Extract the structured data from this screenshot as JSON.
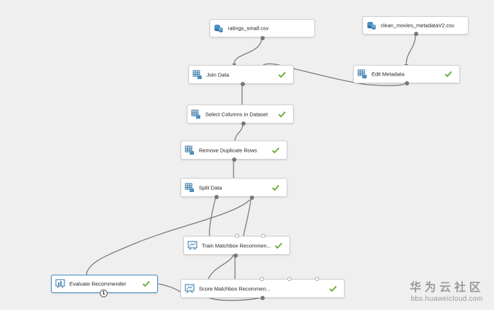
{
  "modules": {
    "ratings": {
      "label": "ratings_small.csv",
      "icon": "dataset-icon"
    },
    "metadata": {
      "label": "clean_movies_metadataV2.csv",
      "icon": "dataset-icon"
    },
    "join": {
      "label": "Join Data",
      "icon": "module-icon",
      "status": "completed"
    },
    "edit_metadata": {
      "label": "Edit Metadata",
      "icon": "module-icon",
      "status": "completed"
    },
    "select_columns": {
      "label": "Select Columns in Dataset",
      "icon": "module-icon",
      "status": "completed"
    },
    "remove_duplicates": {
      "label": "Remove Duplicate Rows",
      "icon": "module-icon",
      "status": "completed"
    },
    "split": {
      "label": "Split Data",
      "icon": "module-icon",
      "status": "completed"
    },
    "train": {
      "label": "Train Matchbox Recommen...",
      "icon": "train-icon",
      "status": "completed"
    },
    "evaluate": {
      "label": "Evaluate Recommender",
      "icon": "evaluate-icon",
      "status": "completed",
      "badge": "1"
    },
    "score": {
      "label": "Score Matchbox Recommen...",
      "icon": "train-icon",
      "status": "completed"
    }
  },
  "watermark": {
    "text": "华为云社区",
    "url": "bbs.huaweicloud.com"
  },
  "colors": {
    "check": "#5fa82a",
    "selected_border": "#3a8bc2",
    "canvas": "#efefef",
    "wire": "#7a7a7a"
  }
}
